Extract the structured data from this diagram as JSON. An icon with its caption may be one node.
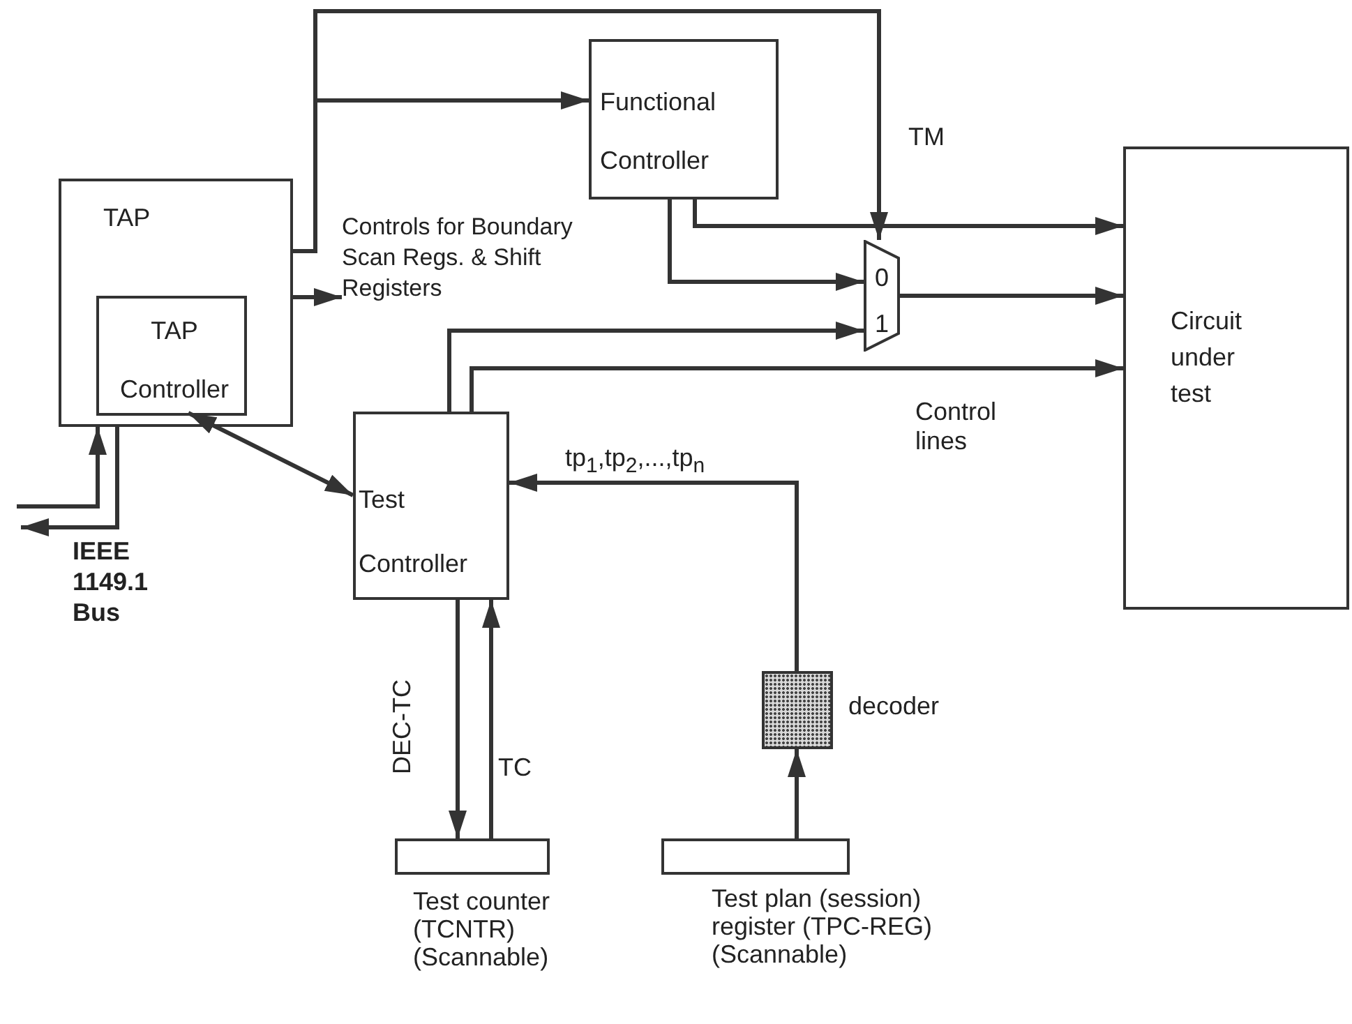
{
  "diagram": {
    "nodes": [
      {
        "text": [
          "TAP"
        ]
      },
      {
        "text": [
          "TAP Controller"
        ],
        "in": 0
      },
      {
        "text": [
          "Functional Controller"
        ]
      },
      {
        "text": [
          "Circuit under test"
        ]
      },
      {
        "text": [
          "0",
          "1"
        ]
      },
      {
        "text": [
          "Test Controller"
        ]
      },
      {
        "text": [],
        "shape": "box",
        "beside": [
          "decoder"
        ]
      },
      {
        "text": [],
        "shape": "box",
        "beside": [
          "Test counter (TCNTR) (Scannable)"
        ]
      },
      {
        "text": [],
        "shape": "box",
        "beside": [
          "Test plan (session) register (TPC-REG) (Scannable)"
        ]
      },
      {
        "text": [
          "Controls for Boundary Scan Regs. & Shift Registers"
        ]
      }
    ],
    "edges": [
      {
        "from": 0,
        "to": 2,
        "arrow": "to"
      },
      {
        "from": 0,
        "to": 4,
        "arrow": "to",
        "label": "TM"
      },
      {
        "from": 0,
        "to": 9,
        "arrow": "to"
      },
      {
        "from": 2,
        "to": 3,
        "arrow": "to"
      },
      {
        "from": 2,
        "to": 4,
        "arrow": "to"
      },
      {
        "from": 4,
        "to": 3,
        "arrow": "to"
      },
      {
        "from": 5,
        "to": 4,
        "arrow": "to"
      },
      {
        "from": 5,
        "to": 3,
        "arrow": "to",
        "label": "Control lines"
      },
      {
        "from": 1,
        "to": 5,
        "arrow": "both"
      },
      {
        "from": 6,
        "to": 5,
        "arrow": "to",
        "label": "tp$_{1}$,tp$_{2}$,...,tp$_{n}$"
      },
      {
        "from": 5,
        "to": 7,
        "arrow": "to",
        "label": "DEC-TC"
      },
      {
        "from": 7,
        "to": 5,
        "arrow": "to",
        "label": "TC"
      },
      {
        "from": 8,
        "to": 6,
        "arrow": "to"
      },
      {
        "from": null,
        "to": 0,
        "arrow": "to"
      },
      {
        "from": 0,
        "to": null,
        "arrow": "to"
      }
    ],
    "labels": [
      "IEEE 1149.1 Bus"
    ]
  }
}
